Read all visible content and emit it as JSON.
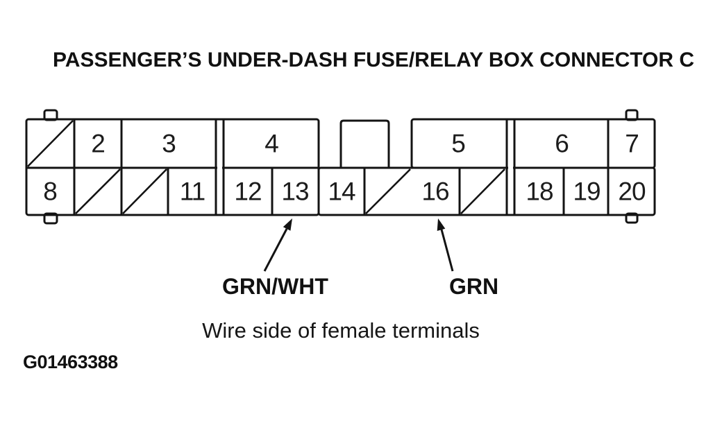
{
  "title": "PASSENGER’S UNDER-DASH FUSE/RELAY BOX CONNECTOR C",
  "connector": {
    "name": "Passenger's under-dash fuse/relay box connector C",
    "top_row": [
      "2",
      "3",
      "4",
      "5",
      "6",
      "7"
    ],
    "bottom_row": [
      "8",
      "11",
      "12",
      "13",
      "14",
      "16",
      "18",
      "19",
      "20"
    ]
  },
  "wires": {
    "grn_wht": {
      "label": "GRN/WHT",
      "points_to_terminal": "13"
    },
    "grn": {
      "label": "GRN",
      "points_to_terminal": "16"
    }
  },
  "caption": "Wire side of female terminals",
  "figure_id": "G01463388",
  "colors": {
    "line": "#131313",
    "text": "#1a1a1a",
    "background": "#ffffff"
  }
}
